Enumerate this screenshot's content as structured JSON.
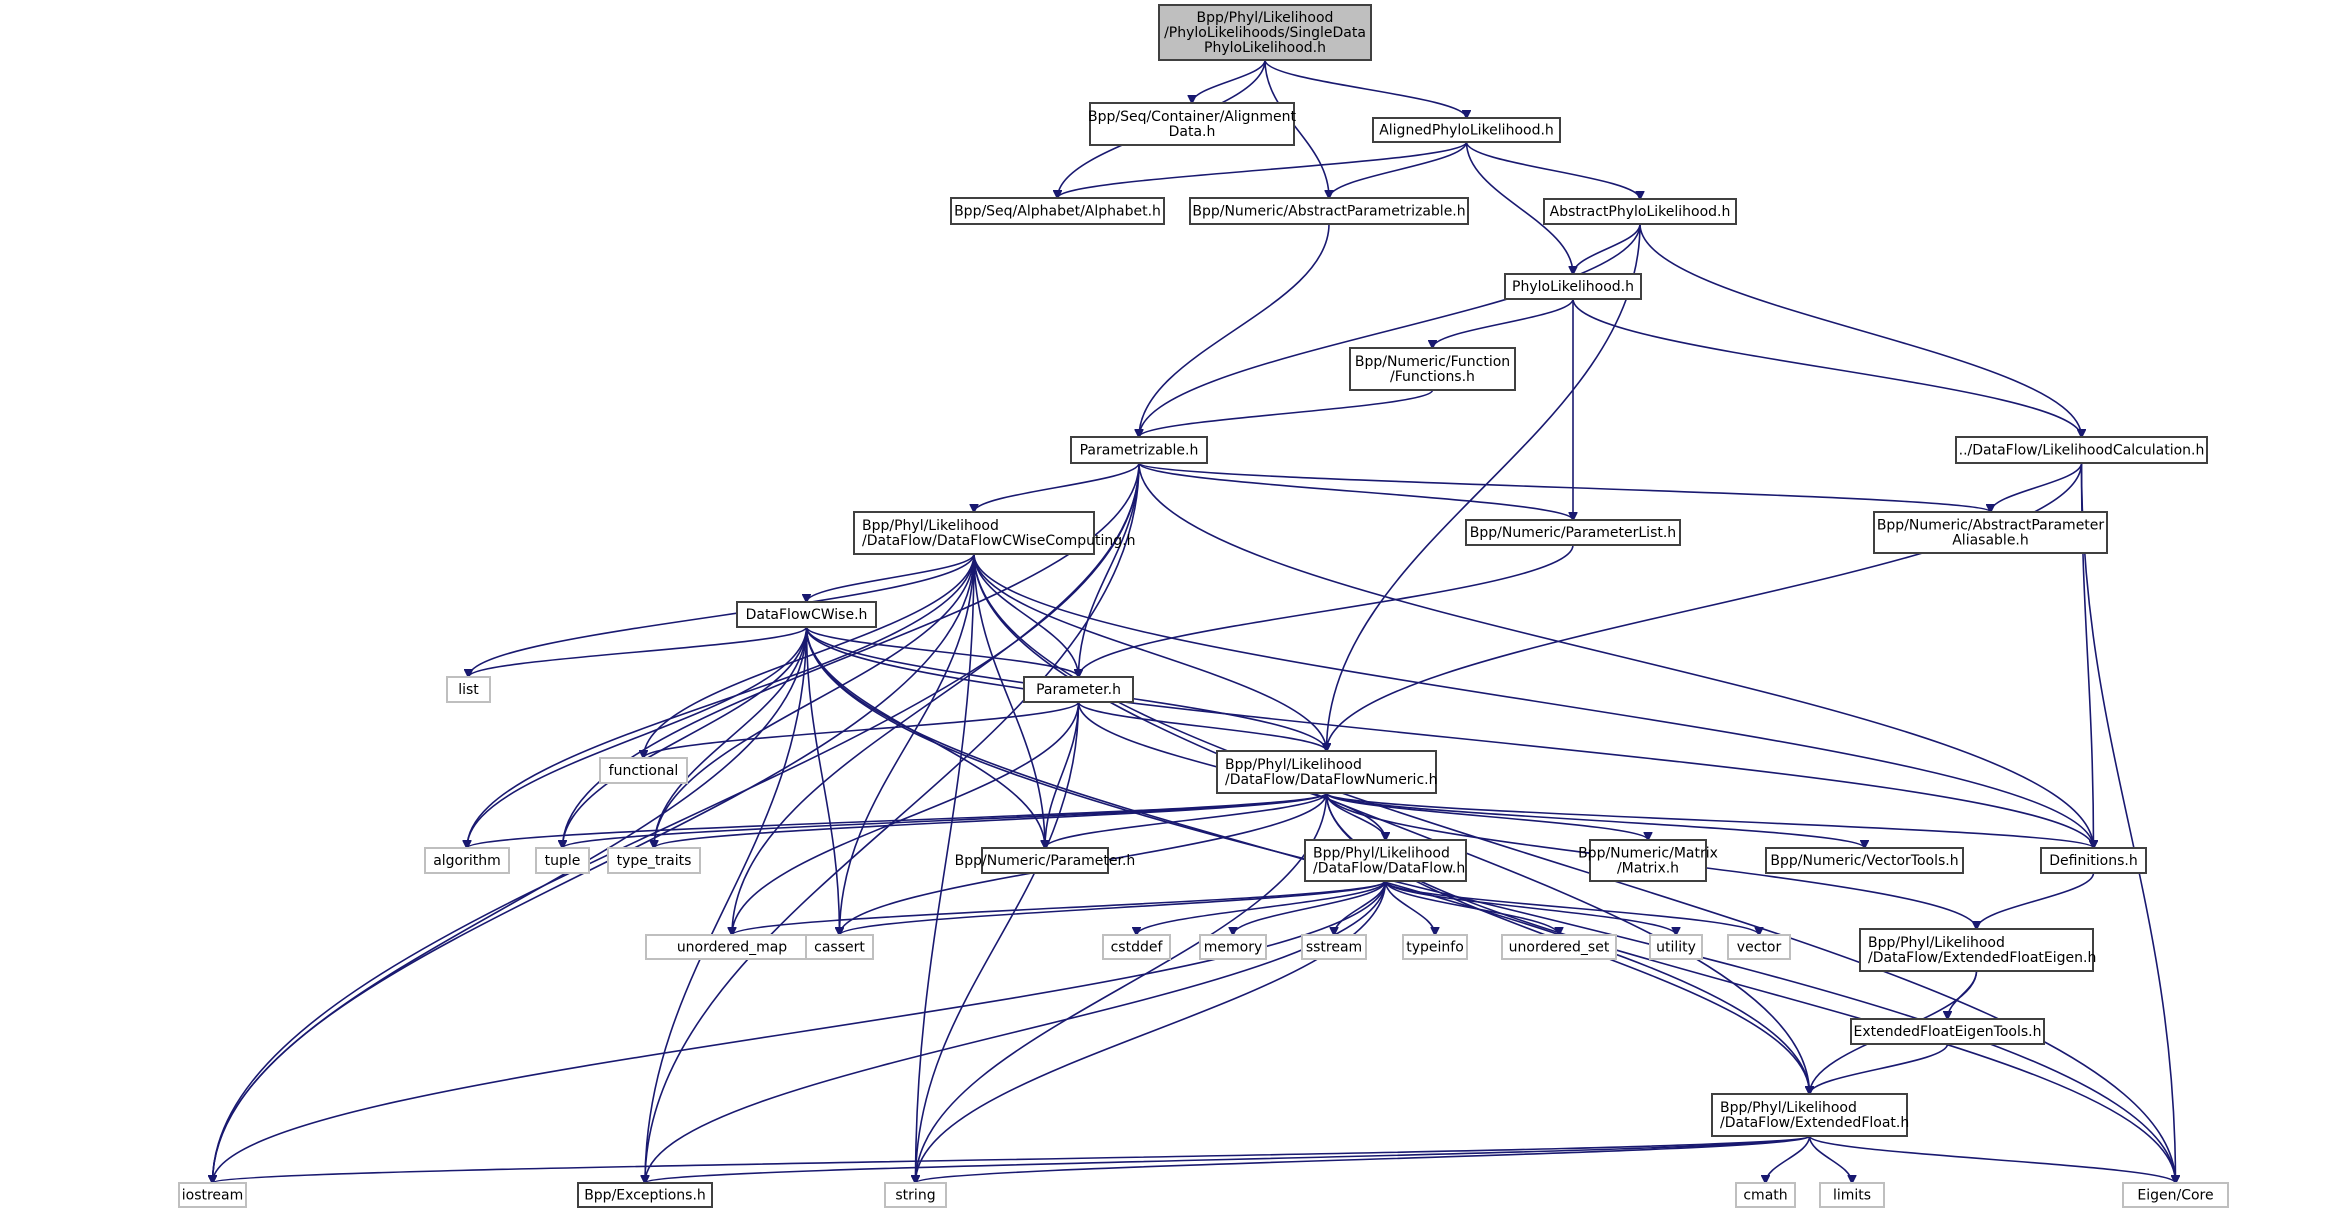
{
  "title": "Include dependency graph for SingleDataPhyloLikelihood.h",
  "colors": {
    "edge": "#191970",
    "root_fill": "#bfbfbf",
    "node_border": "#404040",
    "external_border": "#bfbfbf"
  },
  "nodes": [
    {
      "id": "root",
      "lines": [
        "Bpp/Phyl/Likelihood",
        "/PhyloLikelihoods/SingleData",
        "PhyloLikelihood.h"
      ],
      "kind": "root",
      "align": "center"
    },
    {
      "id": "alignment_data",
      "lines": [
        "Bpp/Seq/Container/Alignment",
        "Data.h"
      ],
      "kind": "doc",
      "align": "center"
    },
    {
      "id": "aligned_phylo",
      "lines": [
        "AlignedPhyloLikelihood.h"
      ],
      "kind": "doc"
    },
    {
      "id": "alphabet",
      "lines": [
        "Bpp/Seq/Alphabet/Alphabet.h"
      ],
      "kind": "doc"
    },
    {
      "id": "abstract_parametrizable",
      "lines": [
        "Bpp/Numeric/AbstractParametrizable.h"
      ],
      "kind": "doc"
    },
    {
      "id": "abstract_phylo",
      "lines": [
        "AbstractPhyloLikelihood.h"
      ],
      "kind": "doc"
    },
    {
      "id": "phylo",
      "lines": [
        "PhyloLikelihood.h"
      ],
      "kind": "doc"
    },
    {
      "id": "functions",
      "lines": [
        "Bpp/Numeric/Function",
        "/Functions.h"
      ],
      "kind": "doc",
      "align": "center"
    },
    {
      "id": "parametrizable",
      "lines": [
        "Parametrizable.h"
      ],
      "kind": "doc"
    },
    {
      "id": "likelihood_calc",
      "lines": [
        "../DataFlow/LikelihoodCalculation.h"
      ],
      "kind": "doc"
    },
    {
      "id": "cwise_computing",
      "lines": [
        "Bpp/Phyl/Likelihood",
        "/DataFlow/DataFlowCWiseComputing.h"
      ],
      "kind": "doc",
      "align": "left"
    },
    {
      "id": "parameter_list",
      "lines": [
        "Bpp/Numeric/ParameterList.h"
      ],
      "kind": "doc"
    },
    {
      "id": "abstract_param_aliasable",
      "lines": [
        "Bpp/Numeric/AbstractParameter",
        "Aliasable.h"
      ],
      "kind": "doc",
      "align": "center"
    },
    {
      "id": "cwise",
      "lines": [
        "DataFlowCWise.h"
      ],
      "kind": "doc"
    },
    {
      "id": "list",
      "lines": [
        "list"
      ],
      "kind": "ext"
    },
    {
      "id": "parameter",
      "lines": [
        "Parameter.h"
      ],
      "kind": "doc"
    },
    {
      "id": "functional",
      "lines": [
        "functional"
      ],
      "kind": "ext"
    },
    {
      "id": "dataflow_numeric",
      "lines": [
        "Bpp/Phyl/Likelihood",
        "/DataFlow/DataFlowNumeric.h"
      ],
      "kind": "doc",
      "align": "left"
    },
    {
      "id": "algorithm",
      "lines": [
        "algorithm"
      ],
      "kind": "ext"
    },
    {
      "id": "tuple",
      "lines": [
        "tuple"
      ],
      "kind": "ext"
    },
    {
      "id": "type_traits",
      "lines": [
        "type_traits"
      ],
      "kind": "ext"
    },
    {
      "id": "numeric_parameter",
      "lines": [
        "Bpp/Numeric/Parameter.h"
      ],
      "kind": "doc"
    },
    {
      "id": "dataflow",
      "lines": [
        "Bpp/Phyl/Likelihood",
        "/DataFlow/DataFlow.h"
      ],
      "kind": "doc",
      "align": "left"
    },
    {
      "id": "matrix",
      "lines": [
        "Bpp/Numeric/Matrix",
        "/Matrix.h"
      ],
      "kind": "doc",
      "align": "center"
    },
    {
      "id": "vector_tools",
      "lines": [
        "Bpp/Numeric/VectorTools.h"
      ],
      "kind": "doc"
    },
    {
      "id": "definitions",
      "lines": [
        "Definitions.h"
      ],
      "kind": "doc"
    },
    {
      "id": "unordered_map",
      "lines": [
        "unordered_map"
      ],
      "kind": "ext"
    },
    {
      "id": "cassert",
      "lines": [
        "cassert"
      ],
      "kind": "ext"
    },
    {
      "id": "cstddef",
      "lines": [
        "cstddef"
      ],
      "kind": "ext"
    },
    {
      "id": "memory",
      "lines": [
        "memory"
      ],
      "kind": "ext"
    },
    {
      "id": "sstream",
      "lines": [
        "sstream"
      ],
      "kind": "ext"
    },
    {
      "id": "typeinfo",
      "lines": [
        "typeinfo"
      ],
      "kind": "ext"
    },
    {
      "id": "unordered_set",
      "lines": [
        "unordered_set"
      ],
      "kind": "ext"
    },
    {
      "id": "utility",
      "lines": [
        "utility"
      ],
      "kind": "ext"
    },
    {
      "id": "vector",
      "lines": [
        "vector"
      ],
      "kind": "ext"
    },
    {
      "id": "extended_float_eigen",
      "lines": [
        "Bpp/Phyl/Likelihood",
        "/DataFlow/ExtendedFloatEigen.h"
      ],
      "kind": "doc",
      "align": "left"
    },
    {
      "id": "extended_float_eigen_tools",
      "lines": [
        "ExtendedFloatEigenTools.h"
      ],
      "kind": "doc"
    },
    {
      "id": "extended_float",
      "lines": [
        "Bpp/Phyl/Likelihood",
        "/DataFlow/ExtendedFloat.h"
      ],
      "kind": "doc",
      "align": "left"
    },
    {
      "id": "iostream",
      "lines": [
        "iostream"
      ],
      "kind": "ext"
    },
    {
      "id": "exceptions",
      "lines": [
        "Bpp/Exceptions.h"
      ],
      "kind": "doc"
    },
    {
      "id": "string",
      "lines": [
        "string"
      ],
      "kind": "ext"
    },
    {
      "id": "cmath",
      "lines": [
        "cmath"
      ],
      "kind": "ext"
    },
    {
      "id": "limits",
      "lines": [
        "limits"
      ],
      "kind": "ext"
    },
    {
      "id": "eigen_core",
      "lines": [
        "Eigen/Core"
      ],
      "kind": "ext"
    }
  ],
  "edges": [
    [
      "root",
      "alignment_data"
    ],
    [
      "root",
      "aligned_phylo"
    ],
    [
      "root",
      "alphabet"
    ],
    [
      "root",
      "abstract_parametrizable"
    ],
    [
      "aligned_phylo",
      "alphabet"
    ],
    [
      "aligned_phylo",
      "abstract_parametrizable"
    ],
    [
      "aligned_phylo",
      "abstract_phylo"
    ],
    [
      "aligned_phylo",
      "phylo"
    ],
    [
      "abstract_parametrizable",
      "parametrizable"
    ],
    [
      "abstract_phylo",
      "phylo"
    ],
    [
      "abstract_phylo",
      "parametrizable"
    ],
    [
      "abstract_phylo",
      "likelihood_calc"
    ],
    [
      "abstract_phylo",
      "dataflow_numeric"
    ],
    [
      "phylo",
      "functions"
    ],
    [
      "phylo",
      "parameter_list"
    ],
    [
      "phylo",
      "likelihood_calc"
    ],
    [
      "functions",
      "parametrizable"
    ],
    [
      "parametrizable",
      "cwise_computing"
    ],
    [
      "parametrizable",
      "parameter_list"
    ],
    [
      "parametrizable",
      "abstract_param_aliasable"
    ],
    [
      "parametrizable",
      "parameter"
    ],
    [
      "parametrizable",
      "definitions"
    ],
    [
      "parametrizable",
      "iostream"
    ],
    [
      "parametrizable",
      "exceptions"
    ],
    [
      "parametrizable",
      "unordered_map"
    ],
    [
      "parametrizable",
      "tuple"
    ],
    [
      "likelihood_calc",
      "abstract_param_aliasable"
    ],
    [
      "likelihood_calc",
      "dataflow_numeric"
    ],
    [
      "likelihood_calc",
      "definitions"
    ],
    [
      "likelihood_calc",
      "eigen_core"
    ],
    [
      "parameter_list",
      "parameter"
    ],
    [
      "cwise_computing",
      "cwise"
    ],
    [
      "cwise_computing",
      "parameter"
    ],
    [
      "cwise_computing",
      "dataflow_numeric"
    ],
    [
      "cwise_computing",
      "numeric_parameter"
    ],
    [
      "cwise_computing",
      "cassert"
    ],
    [
      "cwise_computing",
      "list"
    ],
    [
      "cwise_computing",
      "functional"
    ],
    [
      "cwise_computing",
      "algorithm"
    ],
    [
      "cwise_computing",
      "type_traits"
    ],
    [
      "cwise_computing",
      "iostream"
    ],
    [
      "cwise_computing",
      "string"
    ],
    [
      "cwise_computing",
      "definitions"
    ],
    [
      "cwise_computing",
      "eigen_core"
    ],
    [
      "cwise_computing",
      "extended_float"
    ],
    [
      "cwise",
      "parameter"
    ],
    [
      "cwise",
      "dataflow_numeric"
    ],
    [
      "cwise",
      "numeric_parameter"
    ],
    [
      "cwise",
      "list"
    ],
    [
      "cwise",
      "algorithm"
    ],
    [
      "cwise",
      "tuple"
    ],
    [
      "cwise",
      "type_traits"
    ],
    [
      "cwise",
      "cassert"
    ],
    [
      "cwise",
      "iostream"
    ],
    [
      "cwise",
      "exceptions"
    ],
    [
      "cwise",
      "definitions"
    ],
    [
      "cwise",
      "eigen_core"
    ],
    [
      "cwise",
      "extended_float"
    ],
    [
      "parameter",
      "dataflow_numeric"
    ],
    [
      "parameter",
      "numeric_parameter"
    ],
    [
      "parameter",
      "functional"
    ],
    [
      "parameter",
      "dataflow"
    ],
    [
      "parameter",
      "unordered_map"
    ],
    [
      "parameter",
      "string"
    ],
    [
      "dataflow_numeric",
      "dataflow"
    ],
    [
      "dataflow_numeric",
      "numeric_parameter"
    ],
    [
      "dataflow_numeric",
      "matrix"
    ],
    [
      "dataflow_numeric",
      "vector_tools"
    ],
    [
      "dataflow_numeric",
      "definitions"
    ],
    [
      "dataflow_numeric",
      "algorithm"
    ],
    [
      "dataflow_numeric",
      "tuple"
    ],
    [
      "dataflow_numeric",
      "type_traits"
    ],
    [
      "dataflow_numeric",
      "cassert"
    ],
    [
      "dataflow_numeric",
      "string"
    ],
    [
      "dataflow_numeric",
      "extended_float_eigen"
    ],
    [
      "dataflow_numeric",
      "extended_float"
    ],
    [
      "dataflow_numeric",
      "eigen_core"
    ],
    [
      "dataflow",
      "unordered_map"
    ],
    [
      "dataflow",
      "cassert"
    ],
    [
      "dataflow",
      "cstddef"
    ],
    [
      "dataflow",
      "memory"
    ],
    [
      "dataflow",
      "sstream"
    ],
    [
      "dataflow",
      "typeinfo"
    ],
    [
      "dataflow",
      "unordered_set"
    ],
    [
      "dataflow",
      "utility"
    ],
    [
      "dataflow",
      "vector"
    ],
    [
      "dataflow",
      "iostream"
    ],
    [
      "dataflow",
      "exceptions"
    ],
    [
      "dataflow",
      "string"
    ],
    [
      "definitions",
      "extended_float_eigen"
    ],
    [
      "extended_float_eigen",
      "extended_float_eigen_tools"
    ],
    [
      "extended_float_eigen",
      "extended_float"
    ],
    [
      "extended_float_eigen_tools",
      "extended_float"
    ],
    [
      "extended_float",
      "iostream"
    ],
    [
      "extended_float",
      "exceptions"
    ],
    [
      "extended_float",
      "string"
    ],
    [
      "extended_float",
      "cmath"
    ],
    [
      "extended_float",
      "limits"
    ],
    [
      "extended_float",
      "eigen_core"
    ]
  ]
}
